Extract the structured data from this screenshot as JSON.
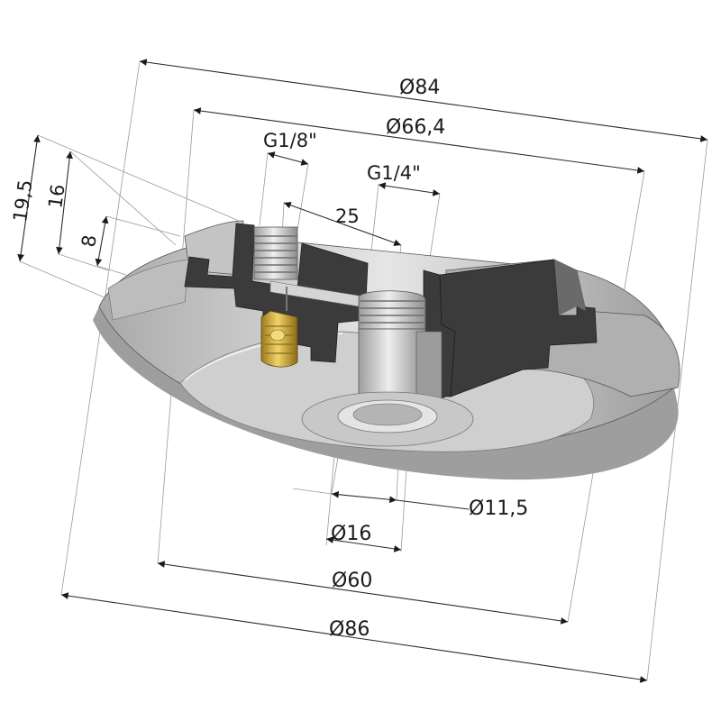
{
  "drawing": {
    "dimensions": {
      "d84": "Ø84",
      "d66": "Ø66,4",
      "thread_small": "G1/8\"",
      "thread_large": "G1/4\"",
      "spacing": "25",
      "h195": "19,5",
      "h16": "16",
      "h8": "8",
      "d115": "Ø11,5",
      "d16": "Ø16",
      "d60": "Ø60",
      "d86": "Ø86"
    },
    "colors": {
      "metal_light": "#d9d9d9",
      "metal_mid": "#b7b7b7",
      "metal_dark": "#8f8f8f",
      "section": "#3d3d3d",
      "brass": "#c9a63a",
      "line": "#2b2b2b"
    }
  }
}
